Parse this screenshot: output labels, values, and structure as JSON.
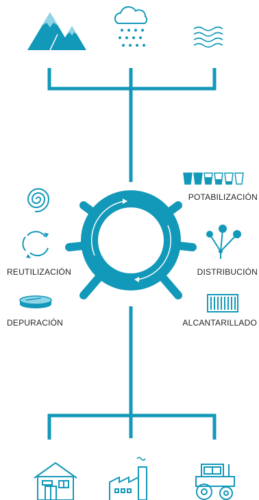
{
  "colors": {
    "accent": "#1298b8",
    "accent_light": "#8fd5e6",
    "background": "#ffffff",
    "text": "#222222"
  },
  "sources": {
    "icons": [
      "mountains-icon",
      "rain-cloud-icon",
      "water-waves-icon"
    ]
  },
  "cycle": {
    "stages": {
      "potabilizacion": "POTABILIZACIÓN",
      "distribucion": "DISTRIBUCIÓN",
      "alcantarillado": "ALCANTARILLADO",
      "reutilizacion": "REUTILIZACIÓN",
      "depuracion": "DEPURACIÓN"
    },
    "icons": [
      "spiral-icon",
      "recycle-circle-icon",
      "depuration-tank-icon",
      "water-glasses-icon",
      "distribution-network-icon",
      "sewer-grate-icon"
    ]
  },
  "uses": {
    "icons": [
      "house-icon",
      "factory-icon",
      "tractor-icon"
    ]
  }
}
